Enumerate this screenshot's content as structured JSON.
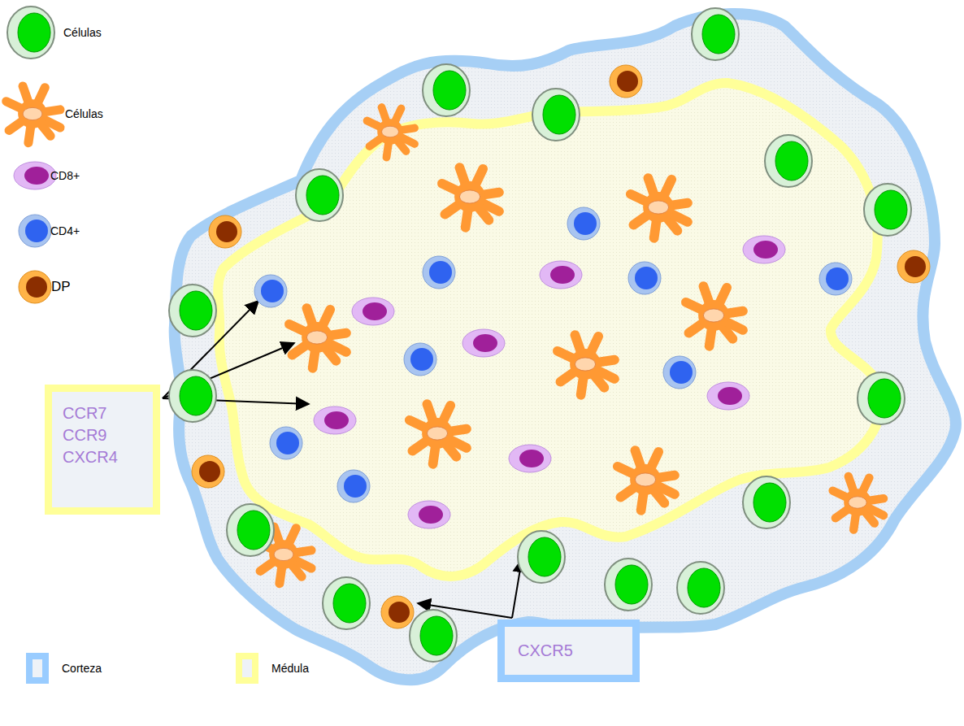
{
  "diagram": {
    "nodes": [
      {
        "text": [
          "CCR7 CCR9 CXCR4"
        ]
      },
      {
        "text": [
          "CXCR5"
        ]
      }
    ],
    "legend": [
      {
        "text": "Células"
      },
      {
        "text": "Células"
      },
      {
        "text": "CD8+"
      },
      {
        "text": "CD4+"
      },
      {
        "text": "DP"
      },
      {
        "text": "Corteza",
        "color": "#99ccff"
      },
      {
        "text": "Médula",
        "color": "#ffff99"
      }
    ]
  }
}
